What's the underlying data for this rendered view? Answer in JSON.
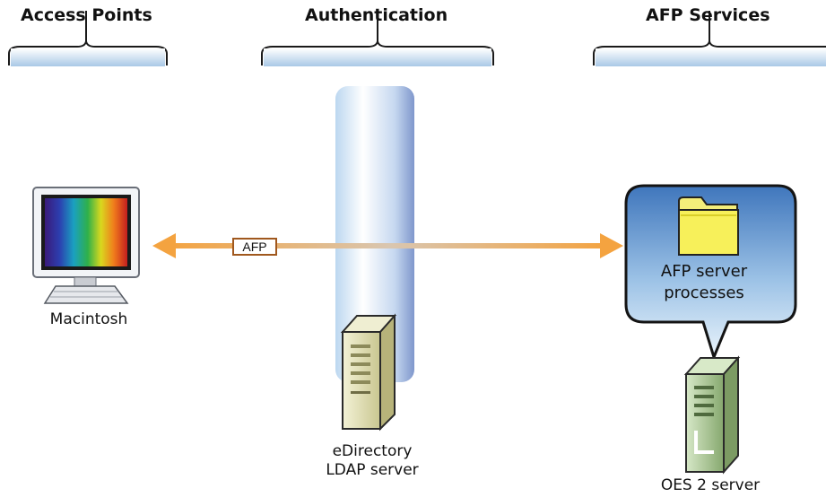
{
  "columns": {
    "access_points": "Access Points",
    "authentication": "Authentication",
    "afp_services": "AFP Services"
  },
  "nodes": {
    "macintosh": "Macintosh",
    "ldap_line1": "eDirectory",
    "ldap_line2": "LDAP server",
    "oes_server": "OES 2 server"
  },
  "connection": {
    "protocol": "AFP"
  },
  "bubble": {
    "line1": "AFP server",
    "line2": "processes"
  },
  "colors": {
    "arrow": "#f4a340",
    "bracket_fill": "#a9c8e6",
    "bubble_fill": "#4f86c6",
    "server_beige": "#d6d49c",
    "server_green": "#9dbf86"
  }
}
